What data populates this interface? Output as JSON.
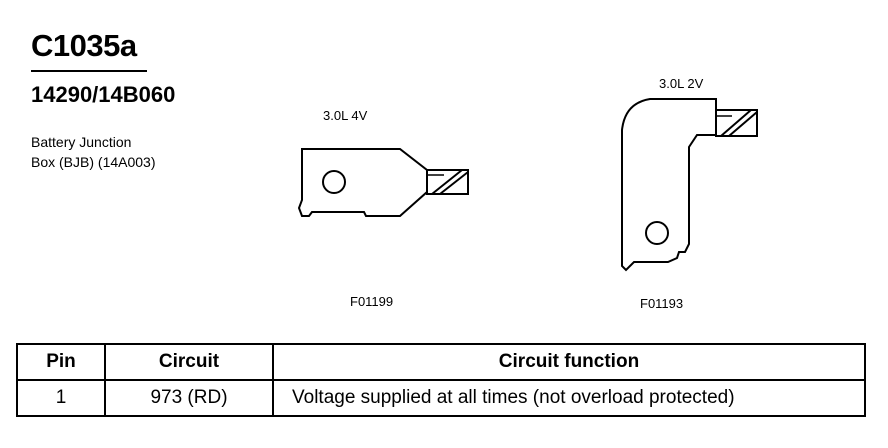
{
  "connector": {
    "id": "C1035a",
    "part_number": "14290/14B060",
    "description_line1": "Battery Junction",
    "description_line2": "Box (BJB) (14A003)"
  },
  "figures": [
    {
      "label": "3.0L 4V",
      "code": "F01199"
    },
    {
      "label": "3.0L 2V",
      "code": "F01193"
    }
  ],
  "table": {
    "headers": [
      "Pin",
      "Circuit",
      "Circuit function"
    ],
    "rows": [
      {
        "pin": "1",
        "circuit": "973 (RD)",
        "function": "Voltage supplied at all times (not overload protected)"
      }
    ]
  }
}
